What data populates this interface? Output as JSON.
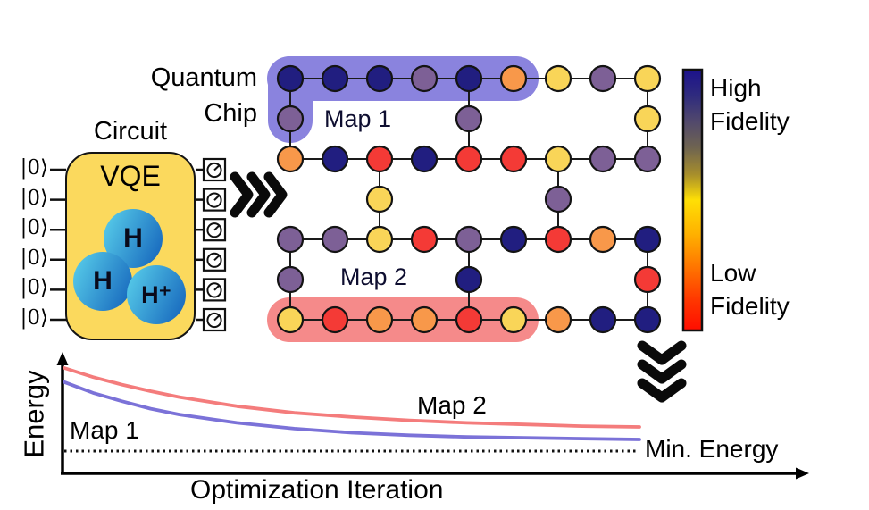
{
  "figure": {
    "circuit": {
      "title": "Circuit",
      "box_label": "VQE",
      "box_color": "#fbd95d",
      "qubit_label": "|0⟩",
      "num_qubits": 6,
      "molecule": {
        "atoms": [
          "H",
          "H",
          "H⁺"
        ],
        "gradient_from": "#55c9e8",
        "gradient_to": "#1b6ec0"
      }
    },
    "chip": {
      "title_line1": "Quantum",
      "title_line2": "Chip",
      "map1_label": "Map 1",
      "map2_label": "Map 2",
      "map1_color": "#8a83de",
      "map2_color": "#f58a8a",
      "node_palette": {
        "navy": "#211e80",
        "purple": "#7d6096",
        "orange": "#f8984a",
        "yellow": "#f9d558",
        "red": "#f43a36"
      },
      "rows": [
        [
          "navy",
          "navy",
          "navy",
          "purple",
          "navy",
          "orange",
          "yellow",
          "purple",
          "yellow"
        ],
        [
          "orange",
          "navy",
          "red",
          "navy",
          "red",
          "red",
          "yellow",
          "purple",
          "purple"
        ],
        [
          "purple",
          "purple",
          "yellow",
          "red",
          "purple",
          "navy",
          "red",
          "orange",
          "navy"
        ],
        [
          "yellow",
          "red",
          "orange",
          "orange",
          "red",
          "yellow",
          "orange",
          "navy",
          "navy"
        ]
      ],
      "rungs": [
        {
          "row_top": 0,
          "col": 0,
          "color": "purple"
        },
        {
          "row_top": 0,
          "col": 4,
          "color": "purple"
        },
        {
          "row_top": 0,
          "col": 8,
          "color": "yellow"
        },
        {
          "row_top": 1,
          "col": 2,
          "color": "yellow"
        },
        {
          "row_top": 1,
          "col": 6,
          "color": "purple"
        },
        {
          "row_top": 2,
          "col": 0,
          "color": "purple"
        },
        {
          "row_top": 2,
          "col": 4,
          "color": "navy"
        },
        {
          "row_top": 2,
          "col": 8,
          "color": "red"
        }
      ]
    },
    "colorbar": {
      "top_label_line1": "High",
      "top_label_line2": "Fidelity",
      "bottom_label_line1": "Low",
      "bottom_label_line2": "Fidelity",
      "gradient_top_to_bottom": [
        [
          "0%",
          "#1c128c"
        ],
        [
          "10%",
          "#2f2b7e"
        ],
        [
          "20%",
          "#52496c"
        ],
        [
          "30%",
          "#6f6450"
        ],
        [
          "40%",
          "#a68d2c"
        ],
        [
          "50%",
          "#ffdf05"
        ],
        [
          "63%",
          "#ffb100"
        ],
        [
          "76%",
          "#ff7400"
        ],
        [
          "88%",
          "#ff3800"
        ],
        [
          "100%",
          "#ff0d00"
        ]
      ]
    }
  },
  "chart_data": {
    "type": "line",
    "title": "",
    "xlabel": "Optimization Iteration",
    "ylabel": "Energy",
    "grid": false,
    "ylim": [
      0,
      1.05
    ],
    "annotations": [
      {
        "text": "Min. Energy",
        "style": "dotted-horizontal-line",
        "y": 0
      }
    ],
    "series": [
      {
        "name": "Map 1",
        "color": "#7b72d8",
        "points": [
          [
            0,
            0.83
          ],
          [
            0.05,
            0.7
          ],
          [
            0.1,
            0.6
          ],
          [
            0.15,
            0.51
          ],
          [
            0.2,
            0.44
          ],
          [
            0.3,
            0.34
          ],
          [
            0.4,
            0.27
          ],
          [
            0.5,
            0.22
          ],
          [
            0.6,
            0.19
          ],
          [
            0.7,
            0.17
          ],
          [
            0.8,
            0.16
          ],
          [
            0.9,
            0.15
          ],
          [
            1,
            0.14
          ]
        ]
      },
      {
        "name": "Map 2",
        "color": "#f47c7c",
        "points": [
          [
            0,
            1.0
          ],
          [
            0.05,
            0.89
          ],
          [
            0.1,
            0.8
          ],
          [
            0.15,
            0.72
          ],
          [
            0.2,
            0.65
          ],
          [
            0.3,
            0.54
          ],
          [
            0.4,
            0.46
          ],
          [
            0.5,
            0.41
          ],
          [
            0.6,
            0.37
          ],
          [
            0.7,
            0.34
          ],
          [
            0.8,
            0.32
          ],
          [
            0.9,
            0.3
          ],
          [
            1,
            0.29
          ]
        ]
      }
    ]
  }
}
